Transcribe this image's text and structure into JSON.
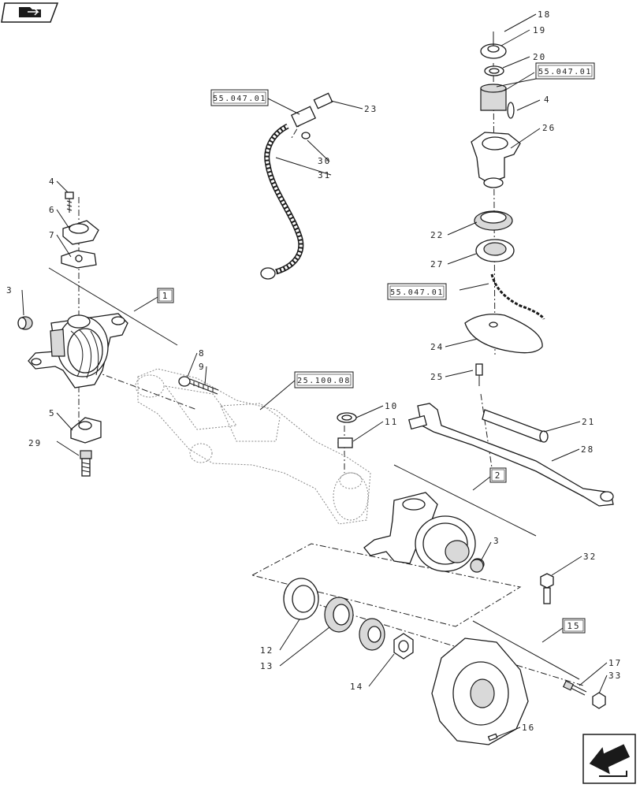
{
  "navigation": {
    "top_left_icon": "folder-back-icon",
    "bottom_right_icon": "next-page-arrow-icon"
  },
  "reference_boxes": {
    "ref_fitting": "55.047.01",
    "ref_cap": "55.047.01",
    "ref_sensor": "55.047.01",
    "ref_axle": "25.100.08"
  },
  "group_boxes": {
    "group_1": "1",
    "group_2": "2",
    "group_15": "15"
  },
  "callouts": [
    "18",
    "19",
    "20",
    "4",
    "26",
    "22",
    "27",
    "24",
    "25",
    "23",
    "30",
    "31",
    "4",
    "6",
    "7",
    "3",
    "5",
    "29",
    "8",
    "9",
    "10",
    "11",
    "21",
    "28",
    "3",
    "32",
    "12",
    "13",
    "14",
    "17",
    "33",
    "16"
  ]
}
